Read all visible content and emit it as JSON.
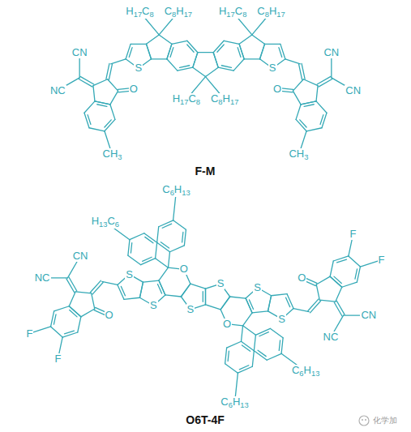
{
  "diagram": {
    "labels": [
      "CN",
      "NC",
      "H17C8",
      "C8H17",
      "H17C8",
      "C8H17",
      "O",
      "S",
      "S",
      "O",
      "CN",
      "CN",
      "H17C8",
      "C8H17",
      "CH3",
      "CH3",
      "F-M",
      "F",
      "F",
      "H13C6",
      "C6H13",
      "O",
      "S",
      "S",
      "O",
      "S",
      "S",
      "O",
      "S",
      "S",
      "NC",
      "CN",
      "O",
      "NC",
      "CN",
      "C6H13",
      "C6H13",
      "F",
      "F",
      "O6T-4F",
      "化学加"
    ]
  }
}
